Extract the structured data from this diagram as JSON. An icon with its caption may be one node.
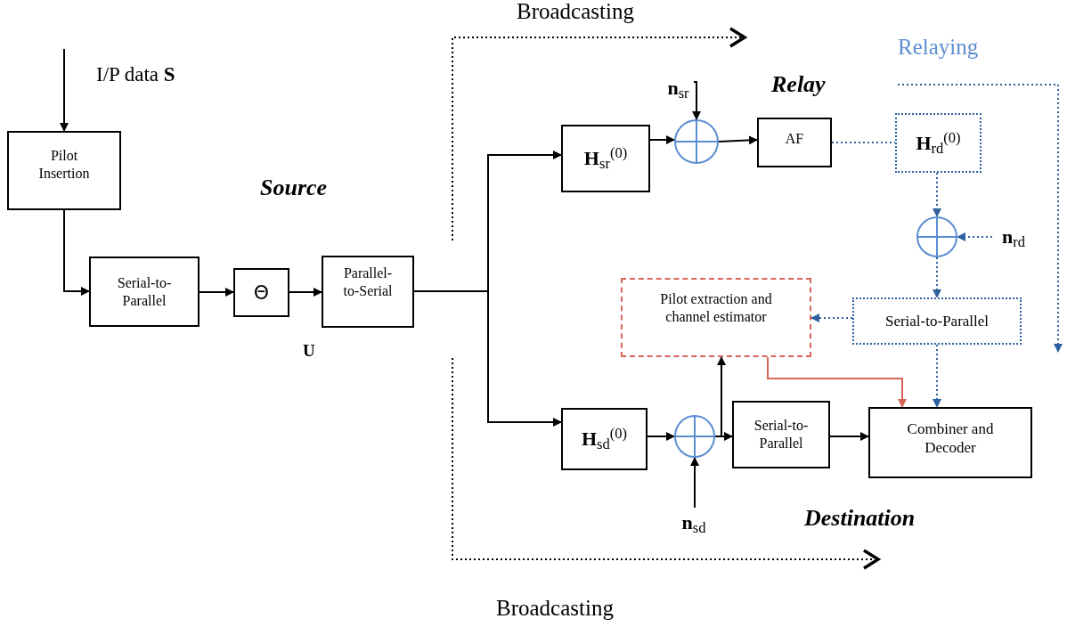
{
  "diagram": {
    "nodes": [
      {
        "text": [
          "Pilot Insertion"
        ]
      },
      {
        "text": [
          "Serial-to-Parallel"
        ]
      },
      {
        "text": [
          "Θ"
        ]
      },
      {
        "text": [
          "Parallel-to-Serial"
        ]
      },
      {
        "text": [
          "**H**$_{sr}$$^{(0)}$"
        ]
      },
      {
        "text": [],
        "shape": "circle"
      },
      {
        "text": [
          "AF"
        ]
      },
      {
        "text": [
          "**H**$_{rd}$$^{(0)}$"
        ]
      },
      {
        "text": [],
        "shape": "circle"
      },
      {
        "text": [
          "Serial-to-Parallel"
        ]
      },
      {
        "text": [
          "Pilot extraction and channel estimator"
        ]
      },
      {
        "text": [
          "**H**$_{sd}$$^{(0)}$"
        ]
      },
      {
        "text": [],
        "shape": "circle"
      },
      {
        "text": [
          "Serial-to-Parallel"
        ]
      },
      {
        "text": [
          "Combiner and Decoder"
        ]
      },
      {
        "text": [
          "**n**$_{sr}$"
        ]
      },
      {
        "text": [
          "**n**$_{rd}$"
        ]
      },
      {
        "text": [
          "**n**$_{sd}$"
        ]
      }
    ],
    "edges": [
      {
        "from": null,
        "to": 0,
        "arrow": "to"
      },
      {
        "from": 0,
        "to": 1,
        "arrow": "to"
      },
      {
        "from": 1,
        "to": 2,
        "arrow": "to"
      },
      {
        "from": 2,
        "to": 3,
        "arrow": "to"
      },
      {
        "from": 3,
        "to": 4,
        "arrow": "to"
      },
      {
        "from": 3,
        "to": 11,
        "arrow": "to"
      },
      {
        "from": 4,
        "to": 5,
        "arrow": "to"
      },
      {
        "from": 15,
        "to": 5,
        "arrow": "to"
      },
      {
        "from": 5,
        "to": 6,
        "arrow": "to"
      },
      {
        "from": 6,
        "to": 7,
        "arrow": "none",
        "style": "dashed",
        "color": "#2e5f9e"
      },
      {
        "from": 7,
        "to": 8,
        "arrow": "to",
        "style": "dashed",
        "color": "#2e5f9e"
      },
      {
        "from": 16,
        "to": 8,
        "arrow": "to",
        "style": "dashed",
        "color": "#2e5f9e"
      },
      {
        "from": 8,
        "to": 9,
        "arrow": "to",
        "style": "dashed",
        "color": "#2e5f9e"
      },
      {
        "from": 9,
        "to": 10,
        "arrow": "to",
        "style": "dashed",
        "color": "#2e5f9e"
      },
      {
        "from": 9,
        "to": 14,
        "arrow": "to",
        "style": "dashed",
        "color": "#2e5f9e"
      },
      {
        "from": 10,
        "to": 14,
        "arrow": "to",
        "color": "#d9665b"
      },
      {
        "from": 11,
        "to": 12,
        "arrow": "to"
      },
      {
        "from": 17,
        "to": 12,
        "arrow": "to"
      },
      {
        "from": 12,
        "to": 13,
        "arrow": "to"
      },
      {
        "from": 12,
        "to": 10,
        "arrow": "to"
      },
      {
        "from": 13,
        "to": 14,
        "arrow": "to"
      }
    ],
    "labels": [
      "Broadcasting",
      "Relaying",
      "I/P data **S**",
      "Relay",
      "Source",
      "U",
      "Destination",
      "Broadcasting"
    ]
  }
}
